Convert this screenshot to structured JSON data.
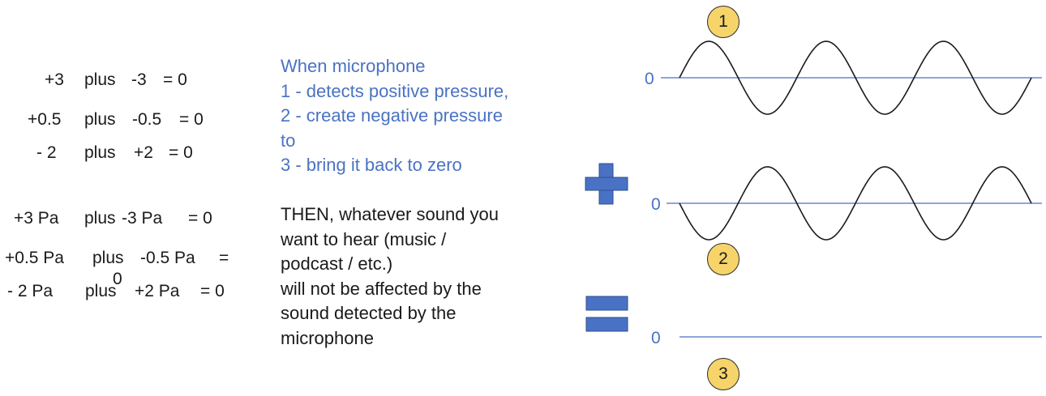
{
  "equations": [
    {
      "a": "+3",
      "op": "plus",
      "b": "-3",
      "eq": "= 0"
    },
    {
      "a": "+0.5",
      "op": "plus",
      "b": "-0.5",
      "eq": "= 0"
    },
    {
      "a": "- 2",
      "op": "plus",
      "b": "+2",
      "eq": "= 0"
    },
    {
      "a": "+3 Pa",
      "op": "plus",
      "b": "-3 Pa",
      "eq": "= 0"
    },
    {
      "a": "+0.5 Pa",
      "op": "plus",
      "b": "-0.5 Pa",
      "eq": "=",
      "wrap": "0"
    },
    {
      "a": "- 2 Pa",
      "op": "plus",
      "b": "+2 Pa",
      "eq": "= 0"
    }
  ],
  "explanation": {
    "blue_lines": [
      "When microphone",
      "1 - detects positive pressure,",
      "2 - create negative pressure",
      "to",
      "3 - bring it back to zero"
    ],
    "black_lines": [
      "THEN, whatever sound you",
      "want to hear (music /",
      "podcast / etc.)",
      "will not be affected by the",
      "sound detected by the",
      "microphone"
    ]
  },
  "waves": {
    "zero_label": "0",
    "badges": [
      "1",
      "2",
      "3"
    ],
    "line_color": "#4a72c4",
    "wave_color": "#1a1a1a",
    "symbol_color": "#4a72c4",
    "badge_color": "#f6d46a"
  }
}
